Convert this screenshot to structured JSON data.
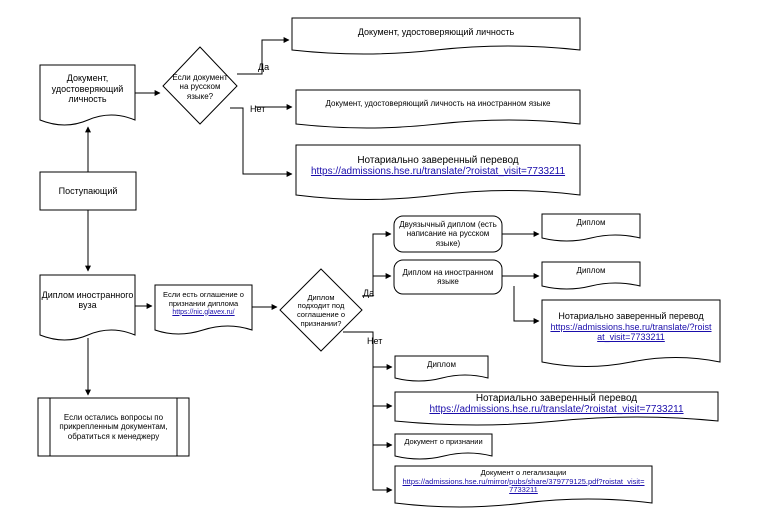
{
  "nodes": {
    "applicant": "Поступающий",
    "id_doc": "Документ, удостоверяющий личность",
    "q_russian": "Если документ на русском языке?",
    "id_doc_ru": "Документ, удостоверяющий личность",
    "id_doc_foreign": "Документ, удостоверяющий личность на иностранном языке",
    "translation_1": {
      "title": "Нотариально заверенный перевод",
      "link": "https://admissions.hse.ru/translate/?roistat_visit=7733211"
    },
    "diploma": "Диплом иностранного вуза",
    "agreement": {
      "title": "Если есть оглашение о признании диплома",
      "link": "https://nic.glavex.ru/"
    },
    "q_agreement": "Диплом подходит под соглашение о признании?",
    "dual_diploma": "Двуязычный диплом (есть написание на русском языке)",
    "dual_result": "Диплом",
    "foreign_diploma": "Диплом на иностранном языке",
    "foreign_result": "Диплом",
    "translation_2": {
      "title": "Нотариально заверенный перевод",
      "link": "https://admissions.hse.ru/translate/?roistat_visit=7733211"
    },
    "no_diploma": "Диплом",
    "translation_3": {
      "title": "Нотариально заверенный перевод",
      "link": "https://admissions.hse.ru/translate/?roistat_visit=7733211"
    },
    "recognition_doc": "Документ о признании",
    "legalization": {
      "title": "Документ о легализации",
      "link": "https://admissions.hse.ru/mirror/pubs/share/379779125.pdf?roistat_visit=7733211"
    },
    "contact": "Если остались вопросы по прикрепленным документам, обратиться к менеджеру"
  },
  "edges": {
    "yes_1": "Да",
    "no_1": "Нет",
    "yes_2": "Да",
    "no_2": "Нет"
  }
}
